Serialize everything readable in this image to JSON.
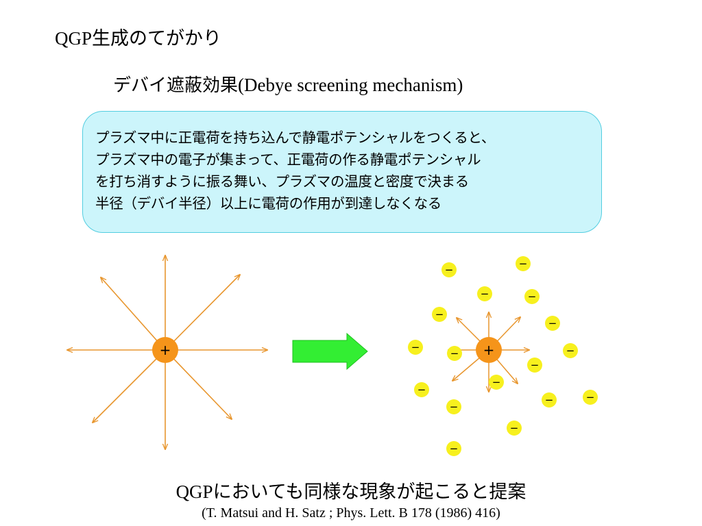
{
  "title": {
    "latin": "QGP",
    "japanese": "生成のてがかり"
  },
  "subtitle": {
    "japanese": "デバイ遮蔽効果",
    "latin": "(Debye screening mechanism)"
  },
  "callout_lines": [
    "プラズマ中に正電荷を持ち込んで静電ポテンシャルをつくると、",
    "プラズマ中の電子が集まって、正電荷の作る静電ポテンシャル",
    "を打ち消すように振る舞い、プラズマの温度と密度で決まる",
    "半径（デバイ半径）以上に電荷の作用が到達しなくなる"
  ],
  "positive_sign": "+",
  "negative_sign": "−",
  "conclusion": {
    "latin": "QGP",
    "japanese": "においても同様な現象が起こると提案"
  },
  "reference": "(T. Matsui and H. Satz ; Phys. Lett. B 178 (1986) 416)",
  "colors": {
    "field_line": "#e8962e",
    "positive_charge": "#f5941a",
    "electron": "#f7f01e",
    "arrow": "#33ee33",
    "callout_bg": "#ccf5fb",
    "callout_border": "#52cde0"
  }
}
